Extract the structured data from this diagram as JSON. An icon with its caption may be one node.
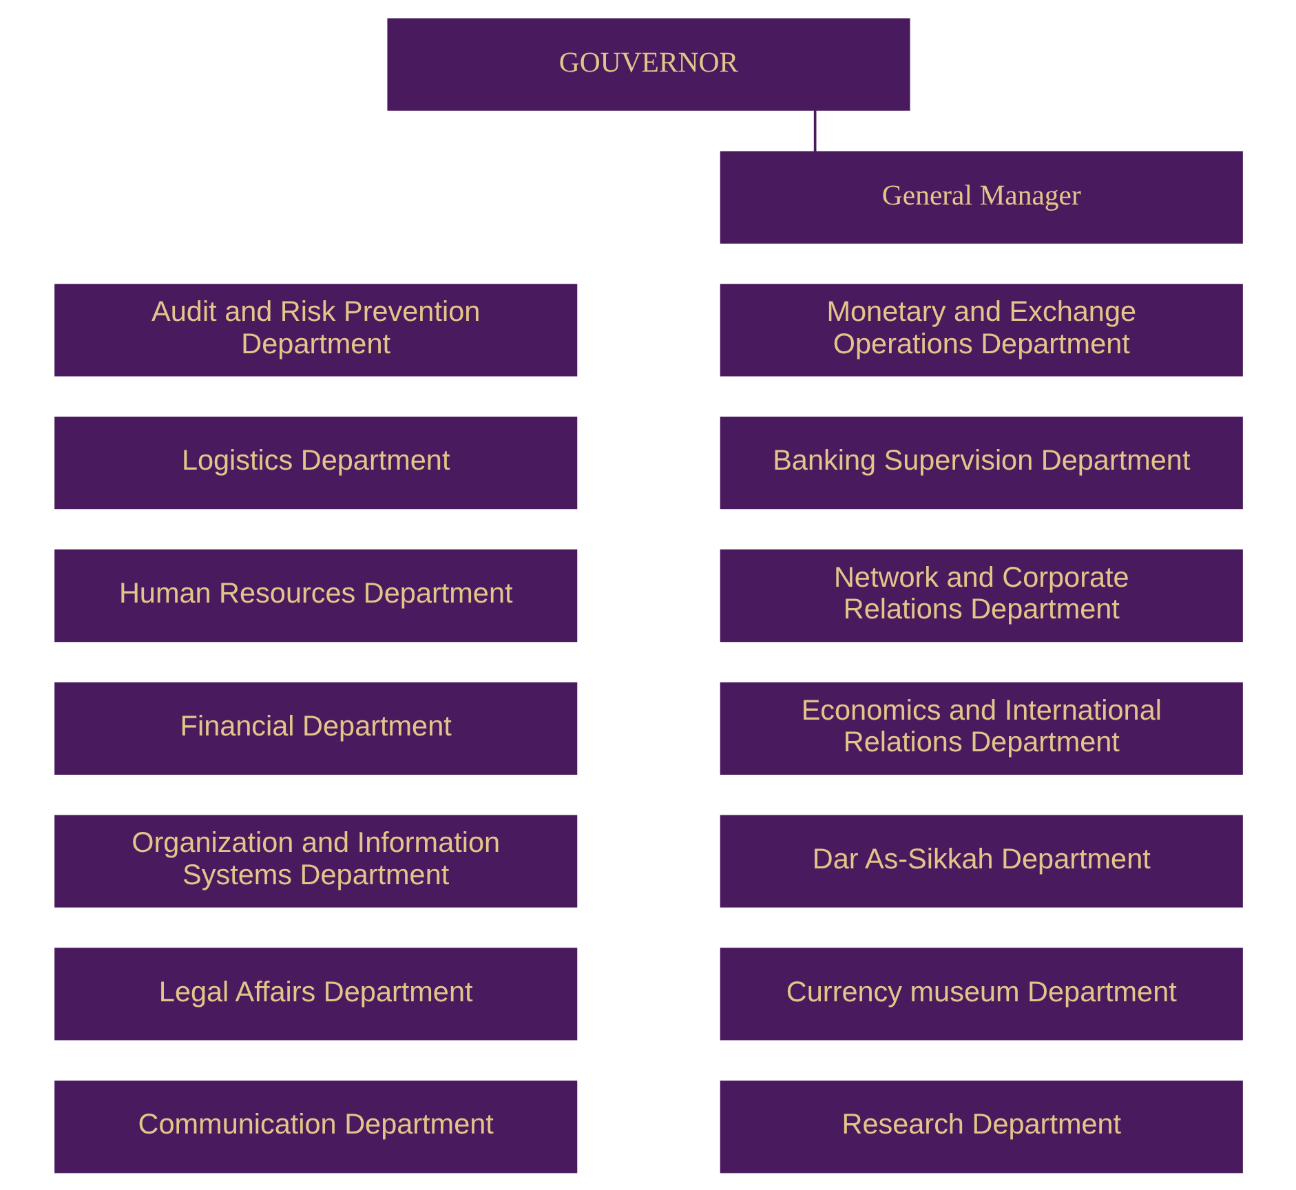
{
  "diagram": {
    "nodes": [
      {
        "text": [
          "GOUVERNOR"
        ]
      },
      {
        "text": [
          "General Manager"
        ]
      },
      {
        "text": [
          "Audit and Risk Prevention Department"
        ]
      },
      {
        "text": [
          "Monetary and Exchange Operations Department"
        ]
      },
      {
        "text": [
          "Logistics Department"
        ]
      },
      {
        "text": [
          "Banking Supervision Department"
        ]
      },
      {
        "text": [
          "Human Resources Department"
        ]
      },
      {
        "text": [
          "Network and Corporate Relations Department"
        ]
      },
      {
        "text": [
          "Financial Department"
        ]
      },
      {
        "text": [
          "Economics and International Relations Department"
        ]
      },
      {
        "text": [
          "Organization and Information Systems Department"
        ]
      },
      {
        "text": [
          "Dar As-Sikkah Department"
        ]
      },
      {
        "text": [
          "Legal Affairs Department"
        ]
      },
      {
        "text": [
          "Currency museum Department"
        ]
      },
      {
        "text": [
          "Communication Department"
        ]
      },
      {
        "text": [
          "Research Department"
        ]
      }
    ],
    "edges": [
      {
        "from": 0,
        "to": 1,
        "arrow": "none"
      }
    ]
  }
}
